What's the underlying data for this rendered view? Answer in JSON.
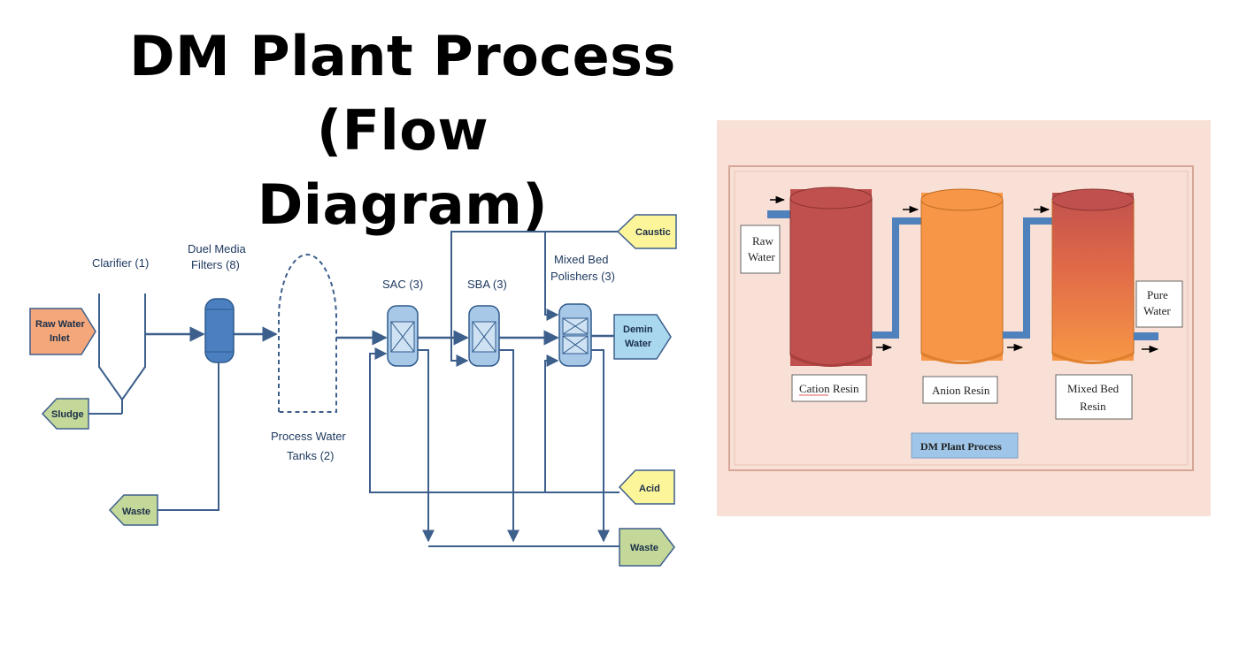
{
  "title": {
    "line1": "DM Plant Process (Flow",
    "line2": "Diagram)"
  },
  "flow_diagram": {
    "labels": {
      "clarifier": "Clarifier (1)",
      "filters_line1": "Duel Media",
      "filters_line2": "Filters (8)",
      "tanks_line1": "Process Water",
      "tanks_line2": "Tanks (2)",
      "sac": "SAC (3)",
      "sba": "SBA (3)",
      "mixed_line1": "Mixed Bed",
      "mixed_line2": "Polishers (3)"
    },
    "tags": {
      "raw_water_line1": "Raw Water",
      "raw_water_line2": "Inlet",
      "sludge": "Sludge",
      "waste_filter": "Waste",
      "caustic": "Caustic",
      "demin_line1": "Demin",
      "demin_line2": "Water",
      "acid": "Acid",
      "waste_bottom": "Waste"
    },
    "colors": {
      "line": "#3d5f8c",
      "raw_water_tag": "#f4a77a",
      "green_tag": "#c4d89a",
      "yellow_tag": "#fdf59a",
      "demin_tag": "#a9d8ee",
      "filter_vessel": "#4a7fc0",
      "resin_vessel": "#a8c8e8"
    }
  },
  "resin_diagram": {
    "raw_water_line1": "Raw",
    "raw_water_line2": "Water",
    "pure_water_line1": "Pure",
    "pure_water_line2": "Water",
    "cation_resin": "Cation Resin",
    "anion_resin": "Anion Resin",
    "mixed_bed_line1": "Mixed Bed",
    "mixed_bed_line2": "Resin",
    "footer": "DM Plant Process",
    "colors": {
      "background": "#f9e0d6",
      "cation": "#c0504d",
      "anion": "#f79646",
      "pipe": "#4f81bd",
      "footer_box": "#9fc5e8"
    }
  }
}
